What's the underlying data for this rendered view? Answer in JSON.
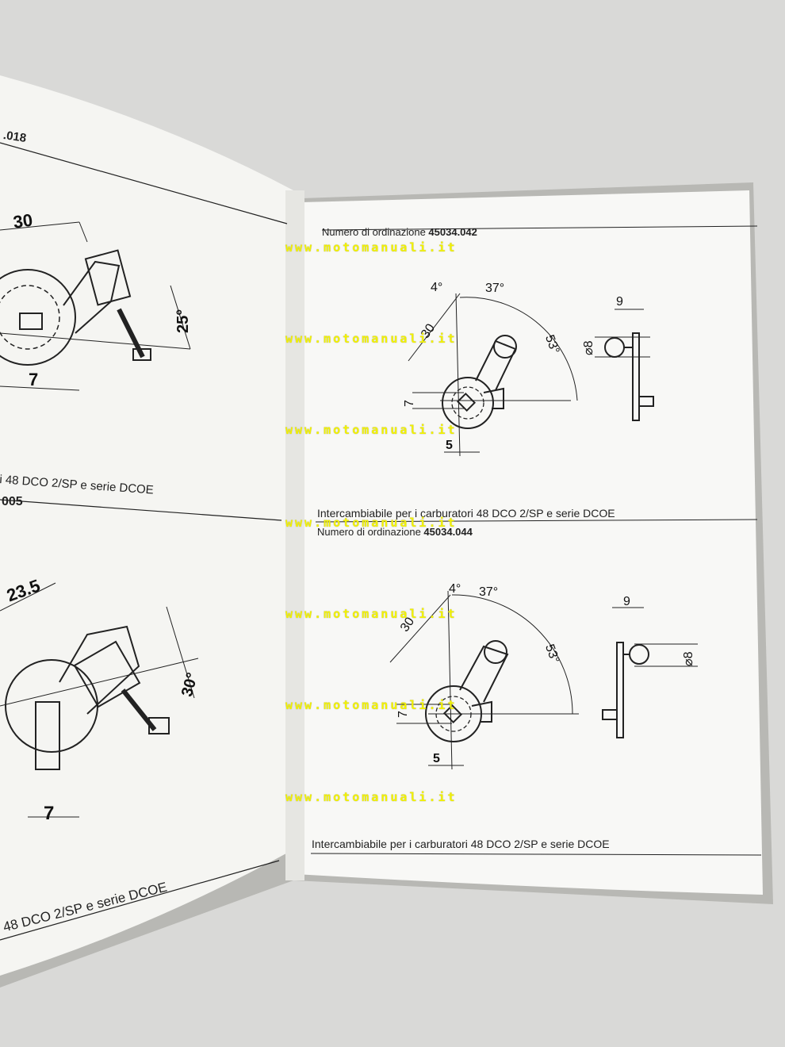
{
  "watermark": "www.motomanuali.it",
  "left_page": {
    "header_code": ".018",
    "code_2": "005",
    "caption_1": "i 48 DCO 2/SP e serie DCOE",
    "caption_2": "48 DCO 2/SP e serie DCOE",
    "dims_top": [
      "30",
      "25°",
      "7"
    ],
    "dims_bottom": [
      "23.5",
      "30°",
      "7"
    ]
  },
  "right_page": {
    "order_label": "Numero di ordinazione",
    "part_1": "45034.042",
    "part_2": "45034.044",
    "interchange_text": "Intercambiabile per i carburatori 48 DCO 2/SP e serie DCOE",
    "dims_1": [
      "4°",
      "37°",
      "53°",
      "30",
      "7",
      "5",
      "9",
      "⌀8"
    ],
    "dims_2": [
      "4°",
      "37°",
      "53°",
      "30",
      "7",
      "5",
      "9",
      "⌀8"
    ]
  }
}
